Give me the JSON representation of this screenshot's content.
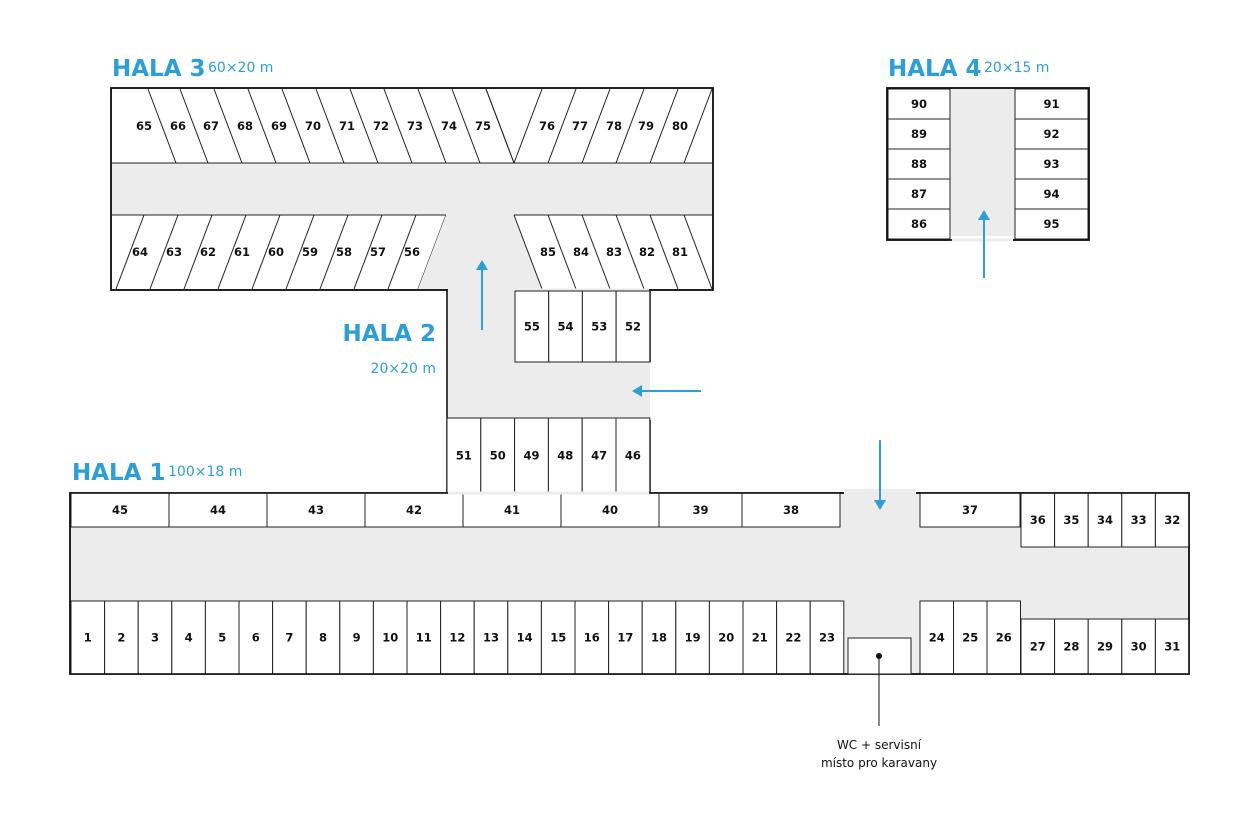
{
  "halls": {
    "hala1": {
      "title": "HALA 1",
      "size": "100×18 m"
    },
    "hala2": {
      "title": "HALA 2",
      "size": "20×20 m"
    },
    "hala3": {
      "title": "HALA 3",
      "size": "60×20 m"
    },
    "hala4": {
      "title": "HALA 4",
      "size": "20×15 m"
    }
  },
  "note": {
    "line1": "WC + servisní",
    "line2": "místo pro karavany"
  },
  "spaces": {
    "hala1_bottom": [
      "1",
      "2",
      "3",
      "4",
      "5",
      "6",
      "7",
      "8",
      "9",
      "10",
      "11",
      "12",
      "13",
      "14",
      "15",
      "16",
      "17",
      "18",
      "19",
      "20",
      "21",
      "22",
      "23"
    ],
    "hala1_bottom_right_a": [
      "24",
      "25",
      "26"
    ],
    "hala1_bottom_right_b": [
      "27",
      "28",
      "29",
      "30",
      "31"
    ],
    "hala1_top_right": [
      "36",
      "35",
      "34",
      "33",
      "32"
    ],
    "hala1_37": "37",
    "hala1_top": [
      "45",
      "44",
      "43",
      "42",
      "41",
      "40",
      "39",
      "38"
    ],
    "hala2_bottom": [
      "51",
      "50",
      "49",
      "48",
      "47",
      "46"
    ],
    "hala2_top": [
      "55",
      "54",
      "53",
      "52"
    ],
    "hala3_top_left": [
      "65",
      "66",
      "67",
      "68",
      "69",
      "70",
      "71",
      "72",
      "73",
      "74",
      "75"
    ],
    "hala3_top_right": [
      "76",
      "77",
      "78",
      "79",
      "80"
    ],
    "hala3_bottom_left": [
      "64",
      "63",
      "62",
      "61",
      "60",
      "59",
      "58",
      "57",
      "56"
    ],
    "hala3_bottom_right": [
      "85",
      "84",
      "83",
      "82",
      "81"
    ],
    "hala4_left": [
      "90",
      "89",
      "88",
      "87",
      "86"
    ],
    "hala4_right": [
      "91",
      "92",
      "93",
      "94",
      "95"
    ]
  },
  "colors": {
    "accent": "#2a9fd8",
    "floor": "#ececec",
    "line": "#111111"
  },
  "icons": {
    "entry": "arrow-icon",
    "service": "dot-marker-icon"
  }
}
